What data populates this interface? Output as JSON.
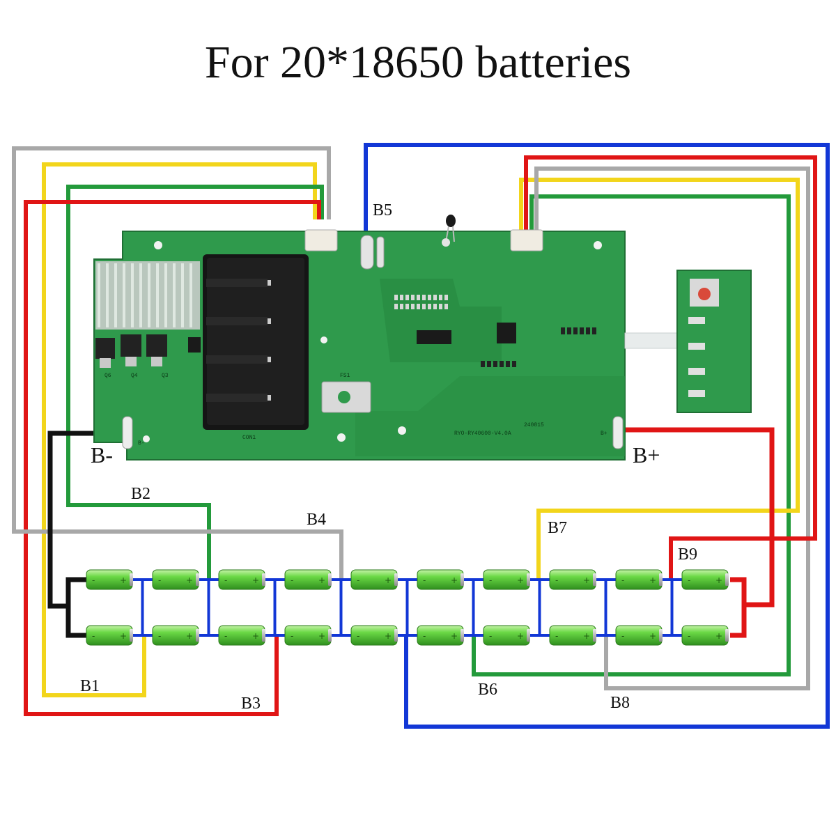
{
  "title": "For 20*18650 batteries",
  "terminals": {
    "negative": "B-",
    "positive": "B+"
  },
  "balance_labels": [
    "B1",
    "B2",
    "B3",
    "B4",
    "B5",
    "B6",
    "B7",
    "B8",
    "B9"
  ],
  "colors": {
    "gray": "#a8a8a8",
    "yellow": "#f2d51b",
    "green": "#239a3b",
    "red": "#e01515",
    "blue": "#1237d6",
    "black": "#111111",
    "pcb": "#2f9a4c",
    "cell": "#5ecf3e"
  },
  "battery_pack": {
    "columns": 10,
    "rows": 2,
    "cell_type": "18650"
  },
  "pcb_silk": {
    "con1": "CON1",
    "fs1": "FS1",
    "q6": "Q6",
    "q4": "Q4",
    "q3": "Q3",
    "model": "RYO-RY40600-V4.0A",
    "date": "240815",
    "bminus": "B-",
    "bplus": "B+"
  }
}
